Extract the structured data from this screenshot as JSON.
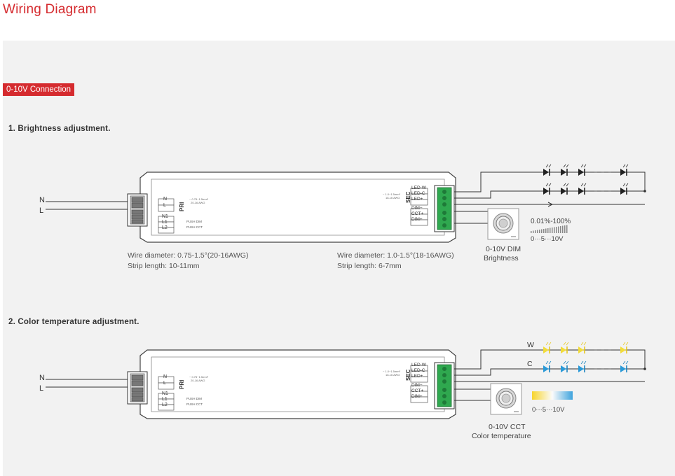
{
  "page_title": "Wiring Diagram",
  "section_tag": "0-10V Connection",
  "steps": {
    "one": "1. Brightness adjustment.",
    "two": "2. Color temperature adjustment."
  },
  "input_labels": {
    "n": "N",
    "l": "L"
  },
  "pri": {
    "label": "PRI",
    "terminals": [
      "N",
      "L",
      "N1",
      "L1",
      "L2"
    ],
    "push_dim": "PUSH DIM",
    "push_cct": "PUSH CCT",
    "tiny_spec_1": "~ 0.75~1.5mm²",
    "tiny_spec_2": "20-16 AWG"
  },
  "sec": {
    "label": "SEC",
    "terminals": [
      "LED-W",
      "LED-C",
      "LED+",
      "DIM−",
      "CCT+",
      "DIM+"
    ],
    "tiny_spec_1": "~ 1.0~1.5mm²",
    "tiny_spec_2": "18-16 AWG"
  },
  "wire_notes": {
    "pri_diameter": "Wire diameter: 0.75-1.5°(20-16AWG)",
    "pri_strip": "Strip length: 10-11mm",
    "sec_diameter": "Wire diameter: 1.0-1.5°(18-16AWG)",
    "sec_strip": "Strip length: 6-7mm"
  },
  "dimmer1": {
    "title": "0-10V DIM",
    "subtitle": "Brightness",
    "range": "0.01%-100%",
    "scale": "0···5···10V"
  },
  "dimmer2": {
    "title": "0-10V CCT",
    "subtitle": "Color temperature",
    "scale": "0···5···10V"
  },
  "channel_labels": {
    "w": "W",
    "c": "C"
  },
  "colors": {
    "accent": "#d52b2f",
    "warm_led": "#f2dc3a",
    "cool_led": "#2a9ad8",
    "terminal_green": "#2fa84f",
    "line": "#333333"
  }
}
